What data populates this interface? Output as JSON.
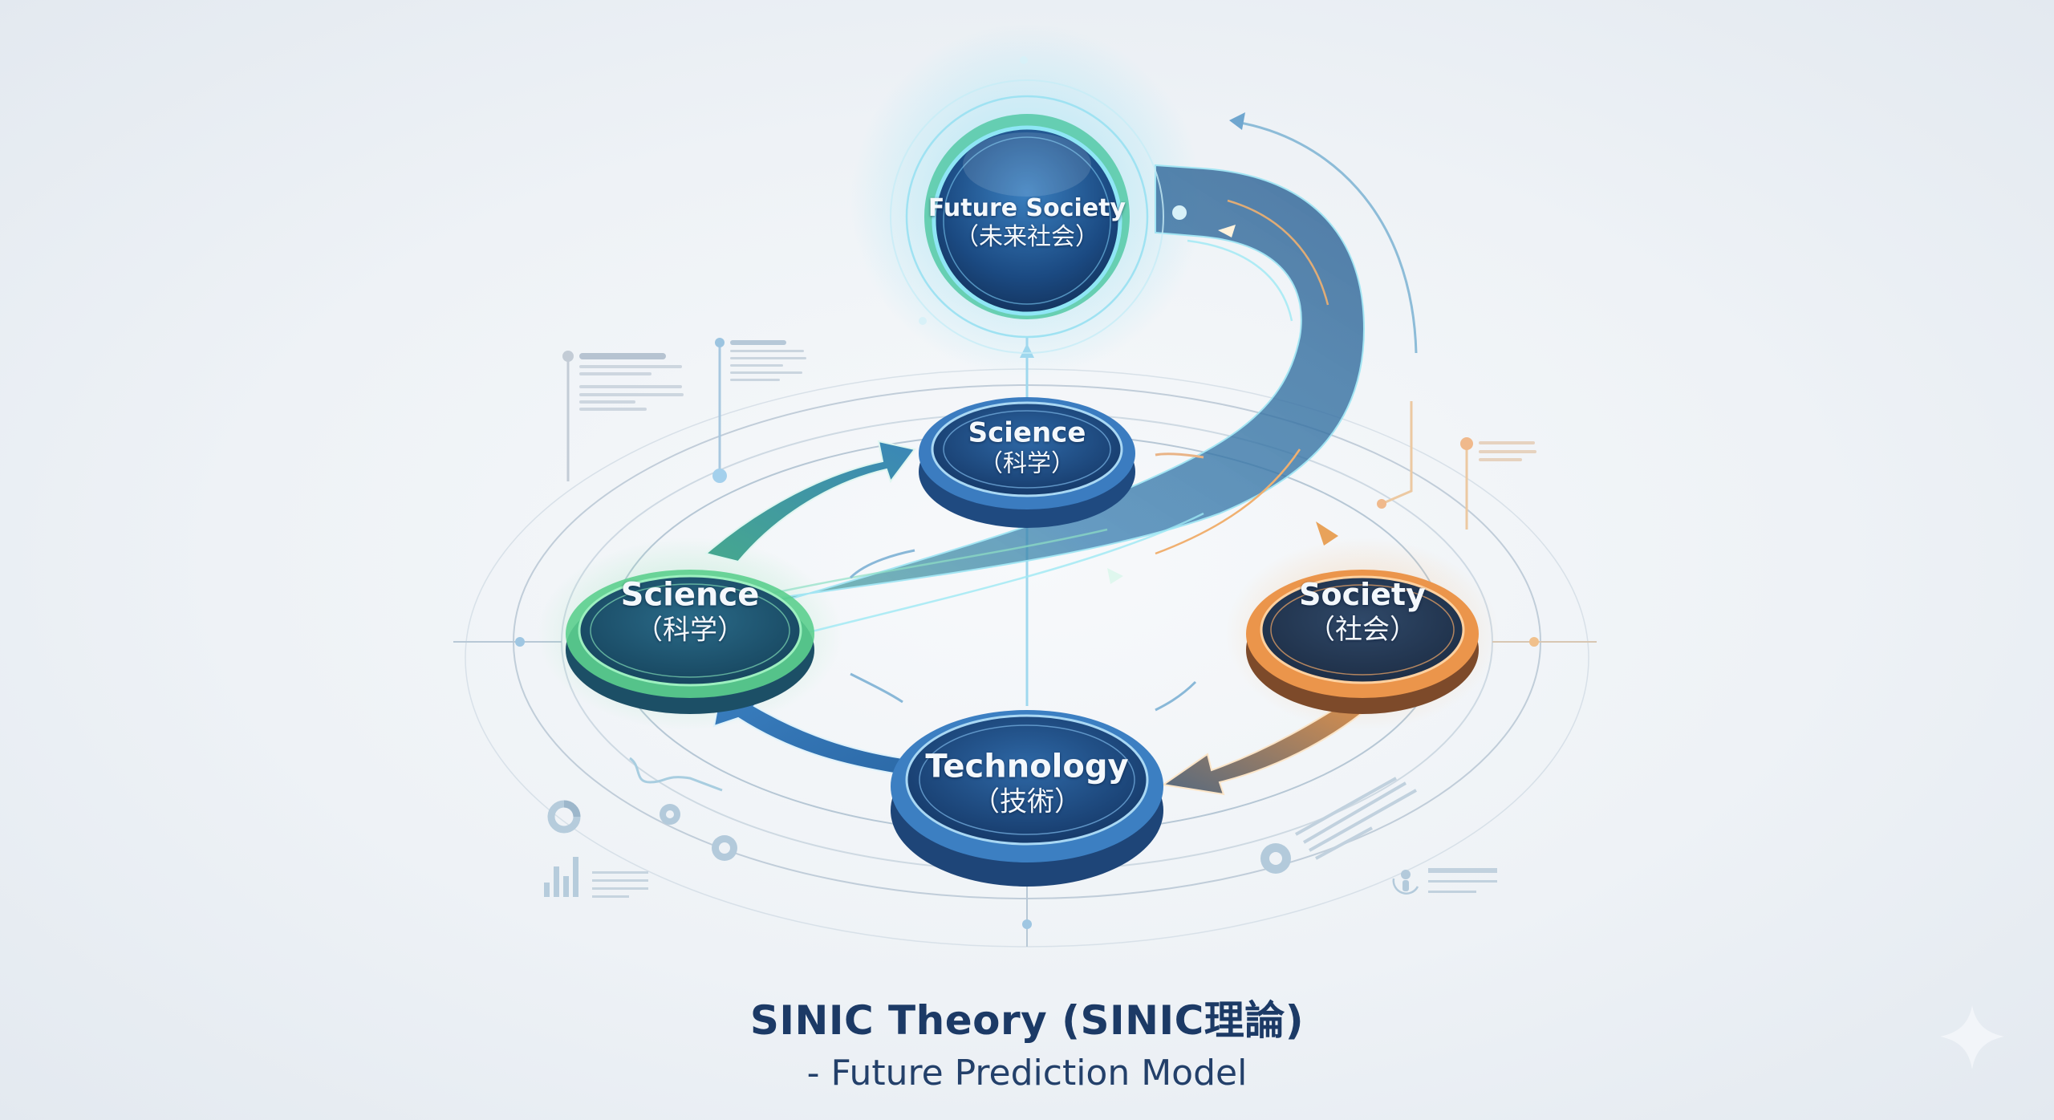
{
  "title": {
    "main": "SINIC Theory (SINIC理論)",
    "subtitle": "- Future Prediction Model"
  },
  "colors": {
    "background": "#eef2f6",
    "title_text": "#1c3a66",
    "node_blue": "#1f4e86",
    "node_green_ring": "#5fcf8a",
    "node_orange_ring": "#e8934a",
    "ribbon": "#3f7fb3",
    "accent_cyan": "#5cc8e8",
    "accent_orange": "#f0a356",
    "decor_gray": "#b8c8d6"
  },
  "nodes": [
    {
      "id": "future-society",
      "en": "Future Society",
      "ja": "（未来社会）",
      "theme": "blue-green"
    },
    {
      "id": "science-top",
      "en": "Science",
      "ja": "（科学）",
      "theme": "blue"
    },
    {
      "id": "science-left",
      "en": "Science",
      "ja": "（科学）",
      "theme": "green"
    },
    {
      "id": "society",
      "en": "Society",
      "ja": "（社会）",
      "theme": "orange"
    },
    {
      "id": "technology",
      "en": "Technology",
      "ja": "（技術）",
      "theme": "blue"
    }
  ],
  "connections": [
    {
      "from": "science-left",
      "to": "science-top",
      "type": "bidirectional-arrow"
    },
    {
      "from": "technology",
      "to": "science-left",
      "type": "bidirectional-arrow"
    },
    {
      "from": "society",
      "to": "technology",
      "type": "bidirectional-arrow"
    },
    {
      "from": "science-left",
      "to": "future-society",
      "type": "spiral-ribbon"
    },
    {
      "from": "technology",
      "to": "future-society",
      "type": "vertical-line"
    }
  ],
  "decorations": {
    "icons": [
      "donut-chart-icon",
      "bar-chart-icon",
      "gear-icon",
      "gear-icon",
      "gear-icon",
      "network-person-icon",
      "sparkle-icon"
    ]
  }
}
